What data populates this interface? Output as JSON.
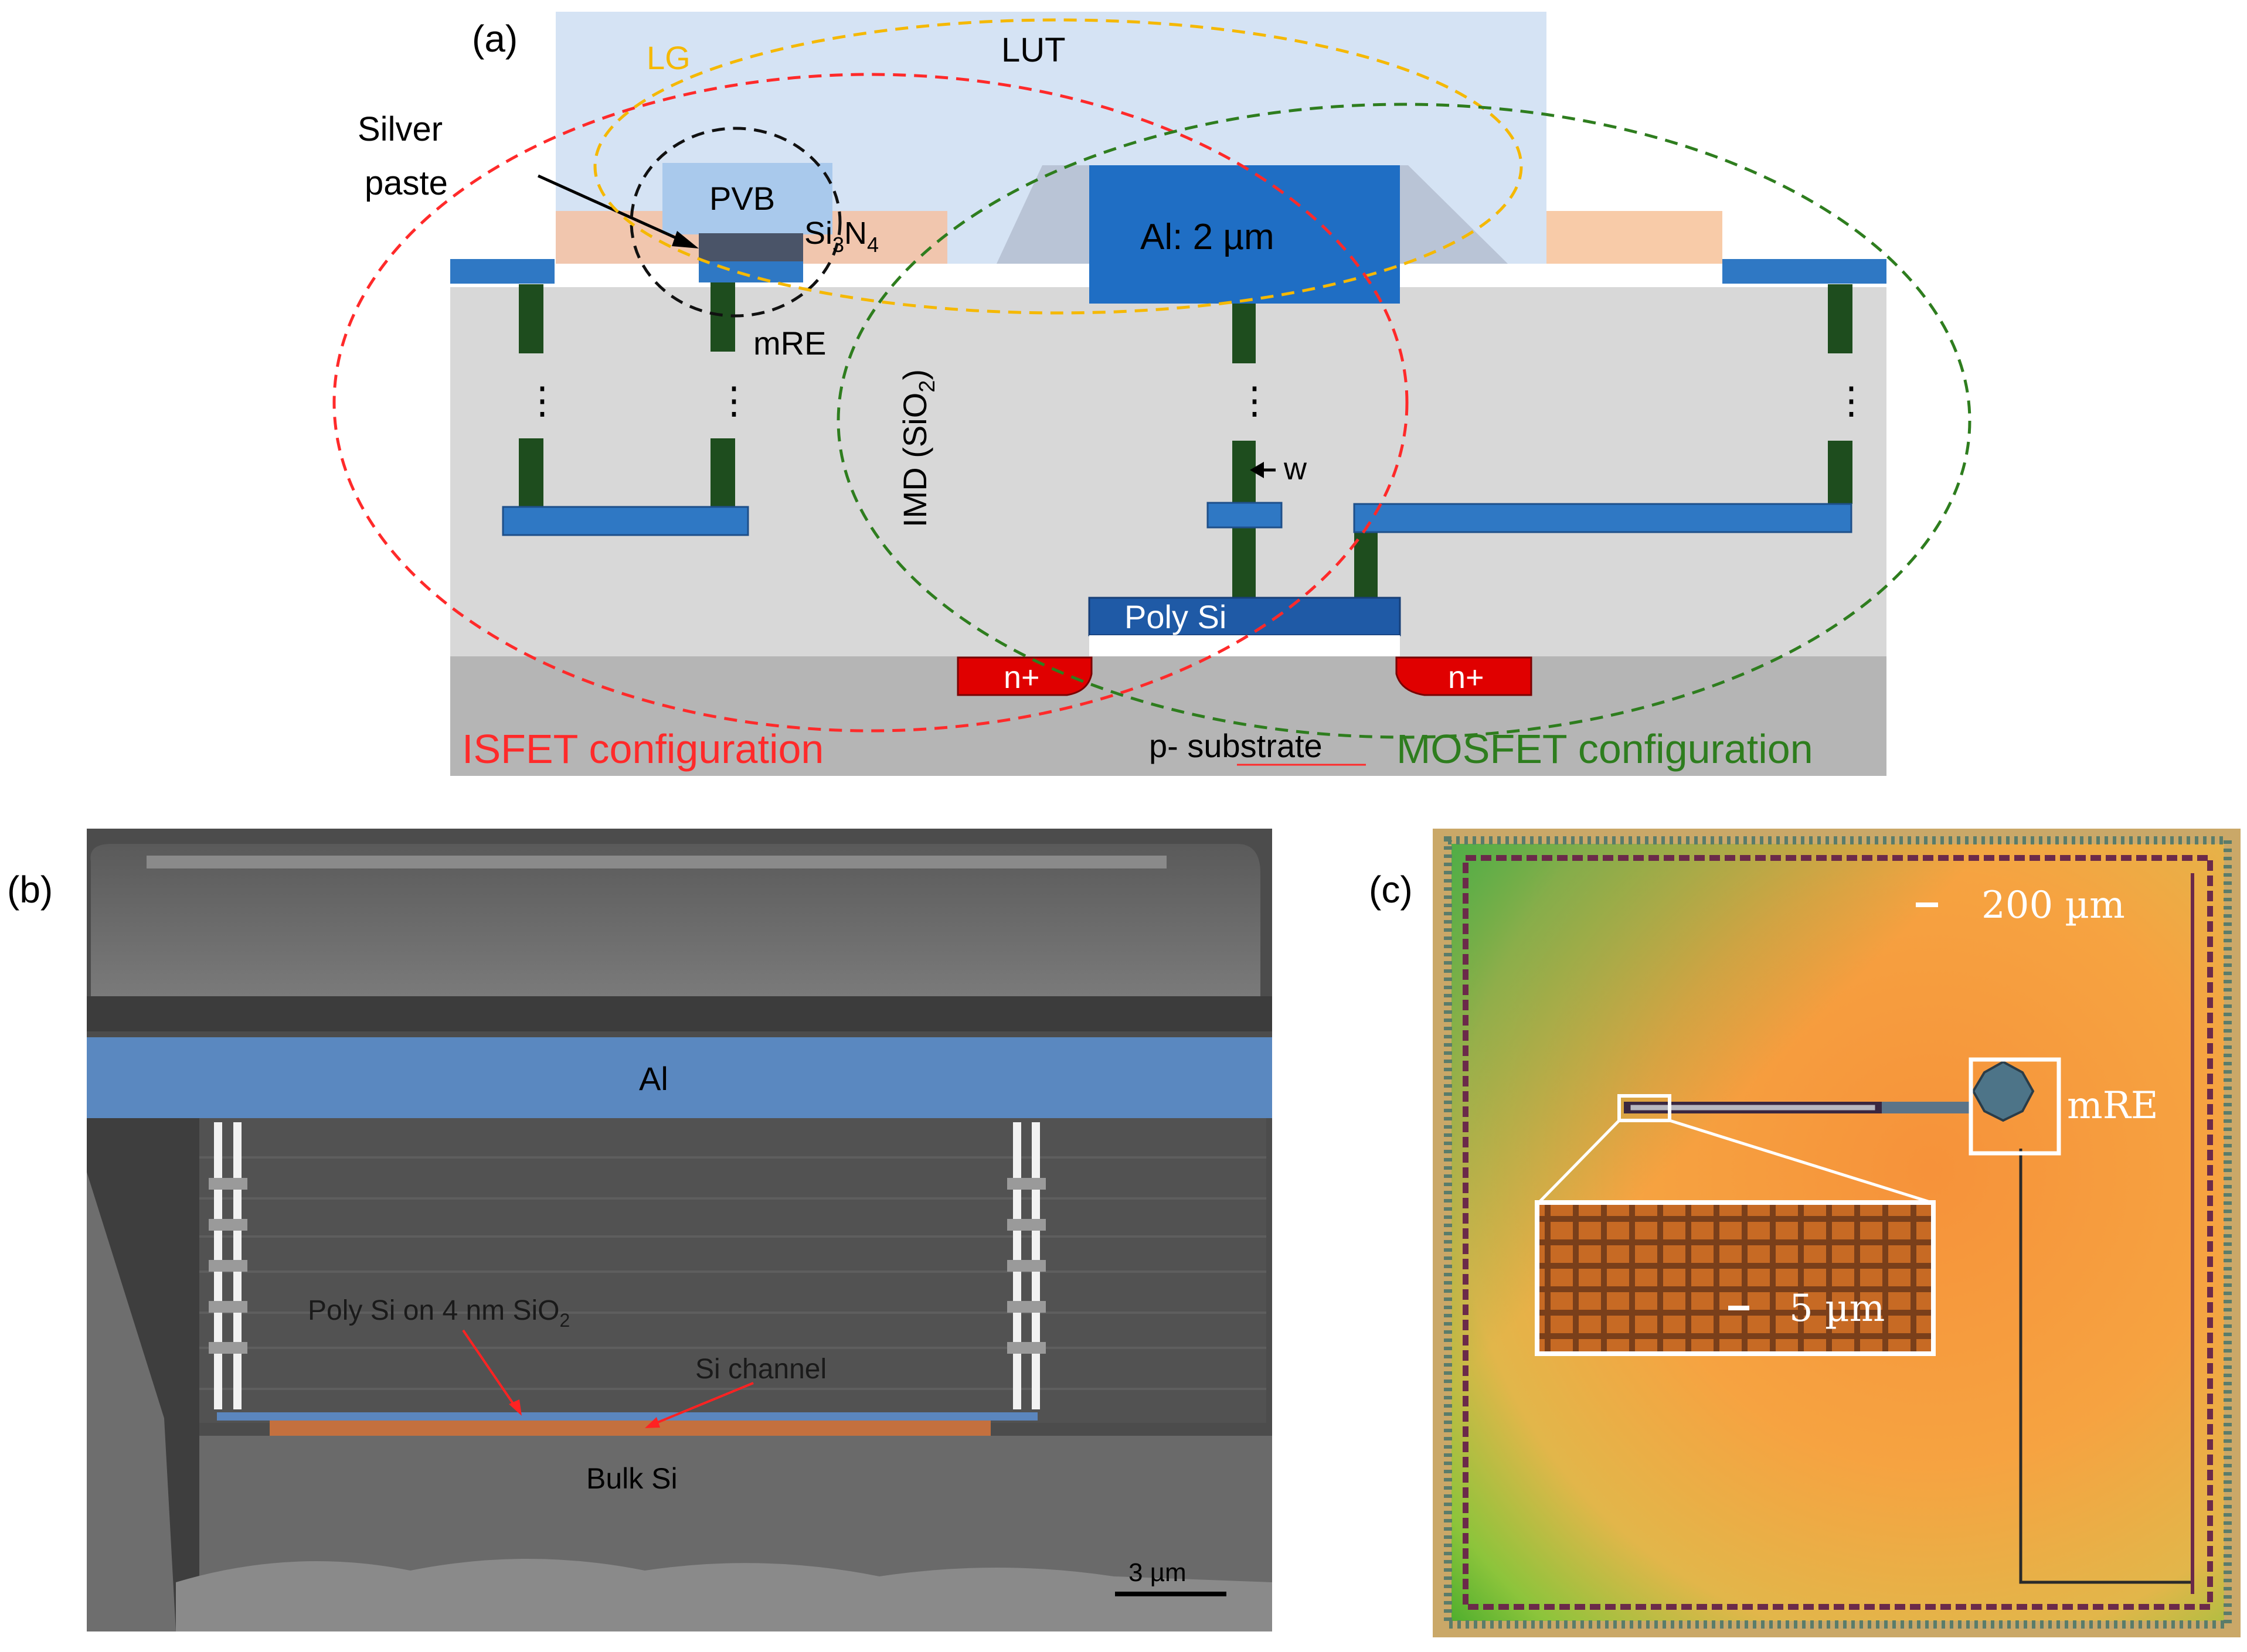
{
  "panel_a": {
    "label": "(a)",
    "lut": "LUT",
    "lg": "LG",
    "silver_paste_line1": "Silver",
    "silver_paste_line2": "paste",
    "pvb": "PVB",
    "si3n4_a": "Si",
    "si3n4_b": "3",
    "si3n4_c": "N",
    "si3n4_d": "4",
    "al": "Al: 2 µm",
    "mre": "mRE",
    "imd_a": "IMD (SiO",
    "imd_b": "2",
    "imd_c": ")",
    "w": "w",
    "poly_si": "Poly Si",
    "n_plus_left": "n+",
    "n_plus_right": "n+",
    "substrate": "p- substrate",
    "isfet": "ISFET configuration",
    "mosfet": "MOSFET configuration",
    "dots": "⋮",
    "colors": {
      "isfet": "#ff2a2a",
      "mosfet": "#2e7d1e",
      "lg": "#f5b800",
      "metal": "#2f78c4",
      "via": "#1e4d1e",
      "n_plus": "#e00000"
    }
  },
  "panel_b": {
    "label": "(b)",
    "al": "Al",
    "poly_a": "Poly Si on 4 nm SiO",
    "poly_b": "2",
    "channel": "Si channel",
    "bulk": "Bulk Si",
    "scale": "3 µm"
  },
  "panel_c": {
    "label": "(c)",
    "scale_main": "200 µm",
    "mre": "mRE",
    "scale_inset": "5 µm"
  }
}
